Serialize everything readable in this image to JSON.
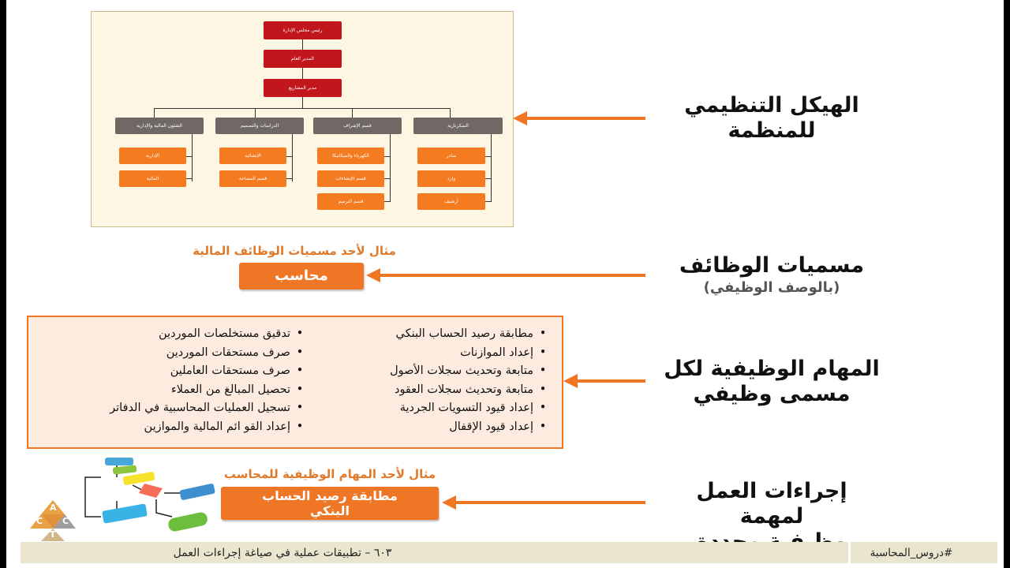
{
  "org_chart": {
    "level1": "رئيس مجلس الإدارة",
    "level2": "المدير العام",
    "level3": "مدير المشاريع",
    "departments": [
      {
        "name": "الشئون المالية والإدارية",
        "units": [
          "الإدارية",
          "المالية"
        ]
      },
      {
        "name": "الدراسات والتصميم",
        "units": [
          "الإنشائية",
          "قسم المساحة"
        ]
      },
      {
        "name": "قسم الإشراف",
        "units": [
          "الكهرباء والميكانيكا",
          "قسم الإنشاءات",
          "قسم الترميم"
        ]
      },
      {
        "name": "السكرتارية",
        "units": [
          "صادر",
          "وارد",
          "أرشيف"
        ]
      }
    ]
  },
  "sections": {
    "org_structure": {
      "line1": "الهيكل التنظيمي",
      "line2": "للمنظمة"
    },
    "job_titles": {
      "title": "مسميات الوظائف",
      "subtitle": "(بالوصف الوظيفي)"
    },
    "job_tasks": {
      "line1": "المهام الوظيفية لكل",
      "line2": "مسمى وظيفي"
    },
    "procedures": {
      "line1": "إجراءات العمل لمهمة",
      "line2": "وظيفية محددة"
    }
  },
  "job_title_example": {
    "caption": "مثال لأحد مسميات الوظائف المالية",
    "button": "محاسب"
  },
  "tasks": {
    "right_column": [
      "مطابقة رصيد الحساب البنكي",
      "إعداد الموازنات",
      "متابعة وتحديث سجلات الأصول",
      "متابعة وتحديث سجلات العقود",
      "إعداد قيود التسويات الجردية",
      "إعداد قيود الإقفال"
    ],
    "left_column": [
      "تدقيق مستخلصات الموردين",
      "صرف مستحقات الموردين",
      "صرف مستحقات العاملين",
      "تحصيل المبالغ من العملاء",
      "تسجيل العمليات المحاسبية في الدفاتر",
      "إعداد القو ائم المالية والموازين"
    ],
    "bullet": "•"
  },
  "task_example": {
    "caption": "مثال لأحد المهام الوظيفية للمحاسب",
    "button_line1": "مطابقة رصيد الحساب",
    "button_line2": "البنكي"
  },
  "logo_letters": {
    "top": "A",
    "left": "C",
    "right": "C",
    "bottom": "T"
  },
  "footer": {
    "left": "٦٠٣ – تطبيقات عملية في صياغة إجراءات العمل",
    "right": "#دروس_المحاسبة"
  },
  "colors": {
    "accent": "#ee7624",
    "chart_red": "#c0161c",
    "chart_gray": "#6f6864",
    "footer_bg": "#e9e5ce"
  }
}
